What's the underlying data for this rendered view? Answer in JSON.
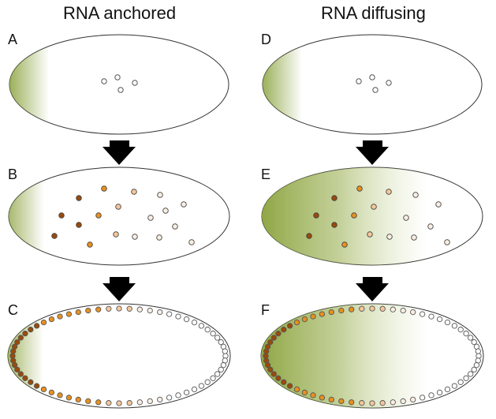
{
  "columns": {
    "left": {
      "title": "RNA anchored"
    },
    "right": {
      "title": "RNA diffusing"
    }
  },
  "panels": {
    "A": {
      "letter": "A"
    },
    "B": {
      "letter": "B"
    },
    "C": {
      "letter": "C"
    },
    "D": {
      "letter": "D"
    },
    "E": {
      "letter": "E"
    },
    "F": {
      "letter": "F"
    }
  },
  "colors": {
    "gradient_green": "#8aa23c",
    "nucleus_dark": "#9a4a0a",
    "nucleus_orange": "#e8901f",
    "nucleus_peach": "#f4c79c",
    "nucleus_light": "#faeee2",
    "nucleus_empty": "#ffffff",
    "outline": "#555555",
    "arrow": "#000000"
  }
}
